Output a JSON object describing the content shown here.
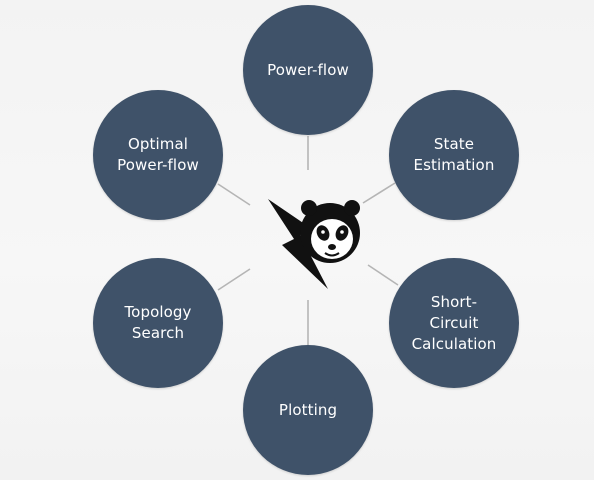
{
  "diagram": {
    "center_logo_icon": "panda-lightning-logo-icon",
    "node_color": "#3f5269",
    "line_color": "#b5b5b5",
    "nodes": [
      {
        "id": "powerflow",
        "label": "Power-flow"
      },
      {
        "id": "state",
        "label": "State\nEstimation"
      },
      {
        "id": "short",
        "label": "Short-\nCircuit\nCalculation"
      },
      {
        "id": "plotting",
        "label": "Plotting"
      },
      {
        "id": "topology",
        "label": "Topology\nSearch"
      },
      {
        "id": "optimal",
        "label": "Optimal\nPower-flow"
      }
    ]
  }
}
